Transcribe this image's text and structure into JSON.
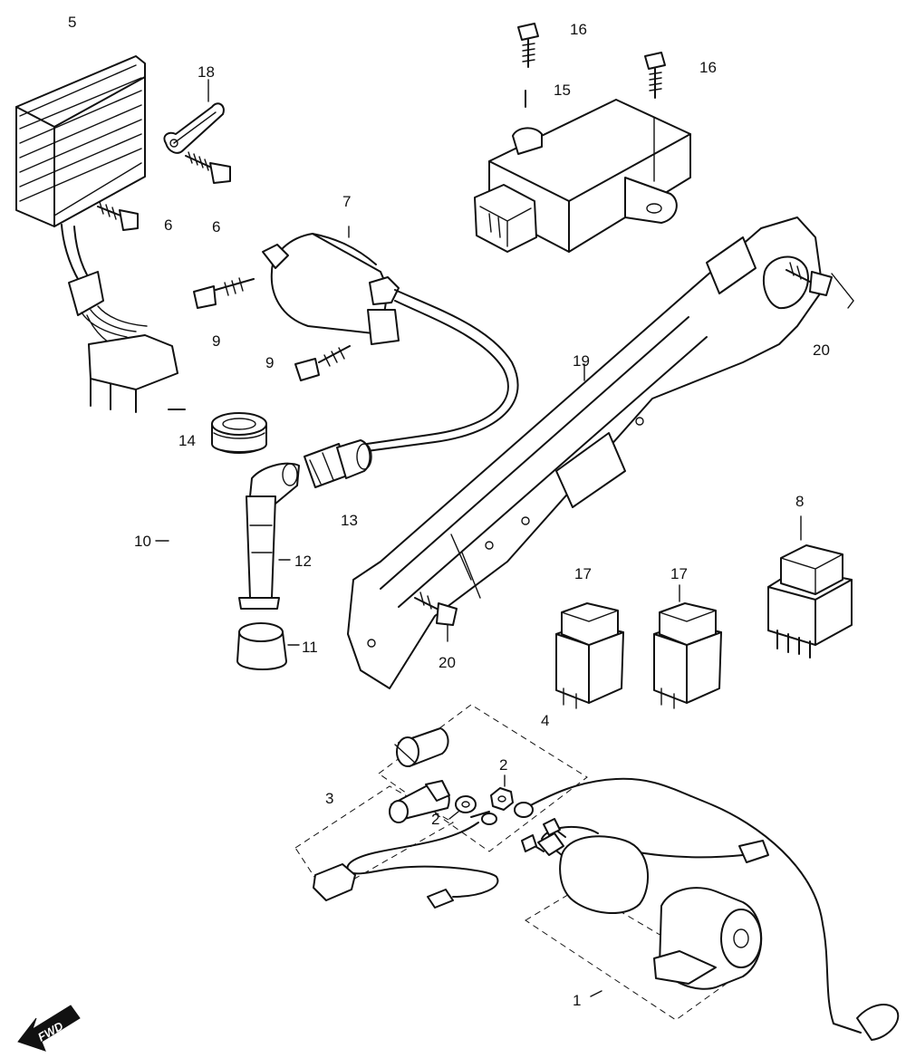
{
  "callouts": [
    {
      "id": "c5",
      "text": "5"
    },
    {
      "id": "c18",
      "text": "18"
    },
    {
      "id": "c6a",
      "text": "6"
    },
    {
      "id": "c6b",
      "text": "6"
    },
    {
      "id": "c16a",
      "text": "16"
    },
    {
      "id": "c16b",
      "text": "16"
    },
    {
      "id": "c15",
      "text": "15"
    },
    {
      "id": "c7",
      "text": "7"
    },
    {
      "id": "c9a",
      "text": "9"
    },
    {
      "id": "c9b",
      "text": "9"
    },
    {
      "id": "c19",
      "text": "19"
    },
    {
      "id": "c20a",
      "text": "20"
    },
    {
      "id": "c14",
      "text": "14"
    },
    {
      "id": "c13",
      "text": "13"
    },
    {
      "id": "c10",
      "text": "10"
    },
    {
      "id": "c12",
      "text": "12"
    },
    {
      "id": "c11",
      "text": "11"
    },
    {
      "id": "c8",
      "text": "8"
    },
    {
      "id": "c17a",
      "text": "17"
    },
    {
      "id": "c17b",
      "text": "17"
    },
    {
      "id": "c20b",
      "text": "20"
    },
    {
      "id": "c4",
      "text": "4"
    },
    {
      "id": "c3",
      "text": "3"
    },
    {
      "id": "c2a",
      "text": "2"
    },
    {
      "id": "c2b",
      "text": "2"
    },
    {
      "id": "c1",
      "text": "1"
    }
  ],
  "fwd_label": "FWD",
  "icons": {
    "fwd": "fwd-arrow-icon"
  }
}
